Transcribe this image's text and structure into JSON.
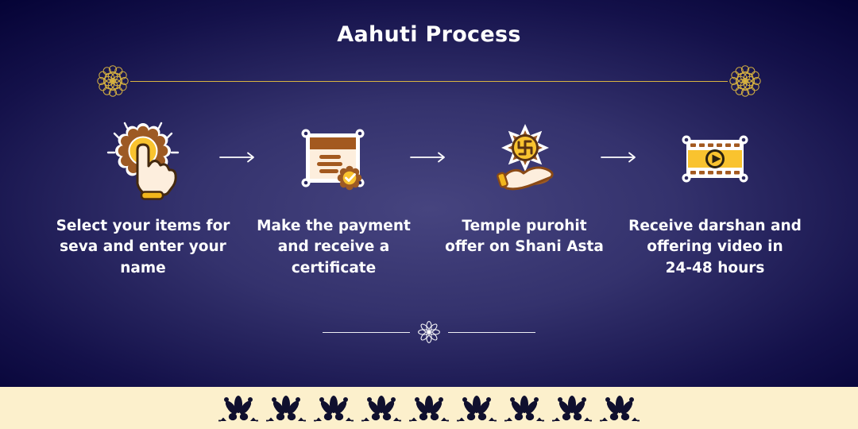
{
  "title": "Aahuti Process",
  "steps": [
    {
      "icon": "tap-hand-icon",
      "label": "Select your items for\nseva and enter your\nname"
    },
    {
      "icon": "certificate-icon",
      "label": "Make the payment\nand receive a\ncertificate"
    },
    {
      "icon": "offering-hand-icon",
      "label": "Temple purohit\noffer on Shani Asta"
    },
    {
      "icon": "film-video-icon",
      "label": "Receive darshan and\noffering video in\n24-48 hours"
    }
  ],
  "decorations": {
    "header_divider": "gold line with mandala rosettes at both ends",
    "bottom_divider": "white line with eight-petal rosette center",
    "footer_border": "repeated lotus motif band",
    "lotus_motif_count": 9
  },
  "colors": {
    "background_dark": "#050336",
    "background_light": "#46447f",
    "gold_accent": "#d9b441",
    "cream_band": "#fcf0cc",
    "icon_yellow": "#f9c32f",
    "icon_brown": "#9d5a24",
    "icon_cream": "#fdeedd",
    "motif_navy": "#10102e",
    "text": "#ffffff"
  }
}
